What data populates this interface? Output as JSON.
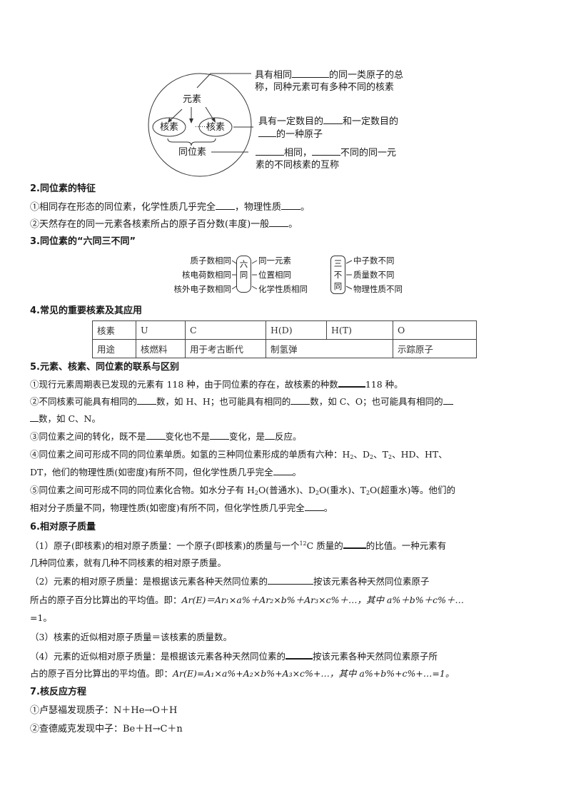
{
  "diagram": {
    "center_label": "元素",
    "left_nuclide": "核素",
    "right_nuclide": "核素",
    "dots": "……",
    "isotope_label": "同位素",
    "desc1_a": "具有相同",
    "desc1_b": "的同一类原子的总",
    "desc1_c": "称，同种元素可有多种不同的核素",
    "desc2_a": "具有一定数目的",
    "desc2_b": "和一定数目的",
    "desc2_c": "的一种原子",
    "desc3_a": "相同，",
    "desc3_b": "不同的同一元",
    "desc3_c": "素的不同核素的互称"
  },
  "section2": {
    "heading": "2.同位素的特征",
    "item1_a": "①相同存在形态的同位素，化学性质几乎完全",
    "item1_b": "，物理性质",
    "item1_c": "。",
    "item2_a": "②天然存在的同一元素各核素所占的原子百分数(丰度)一般",
    "item2_b": "。"
  },
  "section3": {
    "heading": "3.同位素的“六同三不同”",
    "left": [
      "质子数相同",
      "核电荷数相同",
      "核外电子数相同"
    ],
    "six_box": [
      "六",
      "同"
    ],
    "right6": [
      "同一元素",
      "位置相同",
      "化学性质相同"
    ],
    "three_box": [
      "三",
      "不",
      "同"
    ],
    "right3": [
      "中子数不同",
      "质量数不同",
      "物理性质不同"
    ]
  },
  "section4": {
    "heading": "4.常见的重要核素及其应用",
    "table": {
      "row1": [
        "核素",
        "U",
        "C",
        "H(D)",
        "H(T)",
        "O"
      ],
      "row2": [
        "用途",
        "核燃料",
        "用于考古断代",
        "制氢弹",
        "示踪原子"
      ]
    }
  },
  "section5": {
    "heading": "5.元素、核素、同位素的联系与区别",
    "i1_a": "①现行元素周期表已发现的元素有 118 种，由于同位素的存在，故核素的种数",
    "i1_b": "118 种。",
    "i2_a": "②不同核素可能具有相同的",
    "i2_b": "数，如 H、H；也可能具有相同的",
    "i2_c": "数，如 C、O；也可能具有相同的",
    "i2_d": "数，如 C、N。",
    "i3_a": "③同位素之间的转化，既不是",
    "i3_b": "变化也不是",
    "i3_c": "变化，是",
    "i3_d": "反应。",
    "i4_a": "④同位素之间可形成不同的同位素单质。如氢的三种同位素形成的单质有六种：H",
    "i4_b": "、D",
    "i4_c": "、T",
    "i4_d": "、HD、HT、",
    "i4_e": "DT，他们的物理性质(如密度)有所不同，但化学性质几乎完全",
    "i4_f": "。",
    "sub2": "2",
    "i5_a": "⑤同位素之间可形成不同的同位素化合物。如水分子有 H",
    "i5_b": "O(普通水)、D",
    "i5_c": "O(重水)、T",
    "i5_d": "O(超重水)等。他们的",
    "i5_e": "相对分子质量不同，物理性质(如密度)有所不同，但化学性质几乎完全",
    "i5_f": "。"
  },
  "section6": {
    "heading": "6.相对原子质量",
    "p1_a": "（1）原子(即核素)的相对原子质量：一个原子(即核素)的质量与一个",
    "p1_sup": "12",
    "p1_b": "C 质量的",
    "p1_c": "的比值。一种元素有",
    "p1_d": "几种同位素，就有几种不同核素的相对原子质量。",
    "p2_a": "（2）元素的相对原子质量：是根据该元素各种天然同位素的",
    "p2_b": "按该元素各种天然同位素原子",
    "p2_c": "所占的原子百分比算出的平均值。即：",
    "p2_formula": "Ar(E)＝Ar₁×a%＋Ar₂×b%＋Ar₃×c%＋…，其中 a%＋b%＋c%＋…",
    "p2_d": "=1。",
    "p3": "（3）核素的近似相对原子质量＝该核素的质量数。",
    "p4_a": "（4）元素的近似相对原子质量：是根据该元素各种天然同位素的",
    "p4_b": "按该元素各种天然同位素原子所",
    "p4_c": "占的原子百分比算出的平均值。即：",
    "p4_formula": "Ar(E)=A₁×a%+A₂×b%+A₃×c%+…，其中 a%+b%+c%+…=1。"
  },
  "section7": {
    "heading": "7.核反应方程",
    "r1": "①卢瑟福发现质子：N＋He→O＋H",
    "r2": "②查德威克发现中子：Be＋H→C＋n"
  }
}
